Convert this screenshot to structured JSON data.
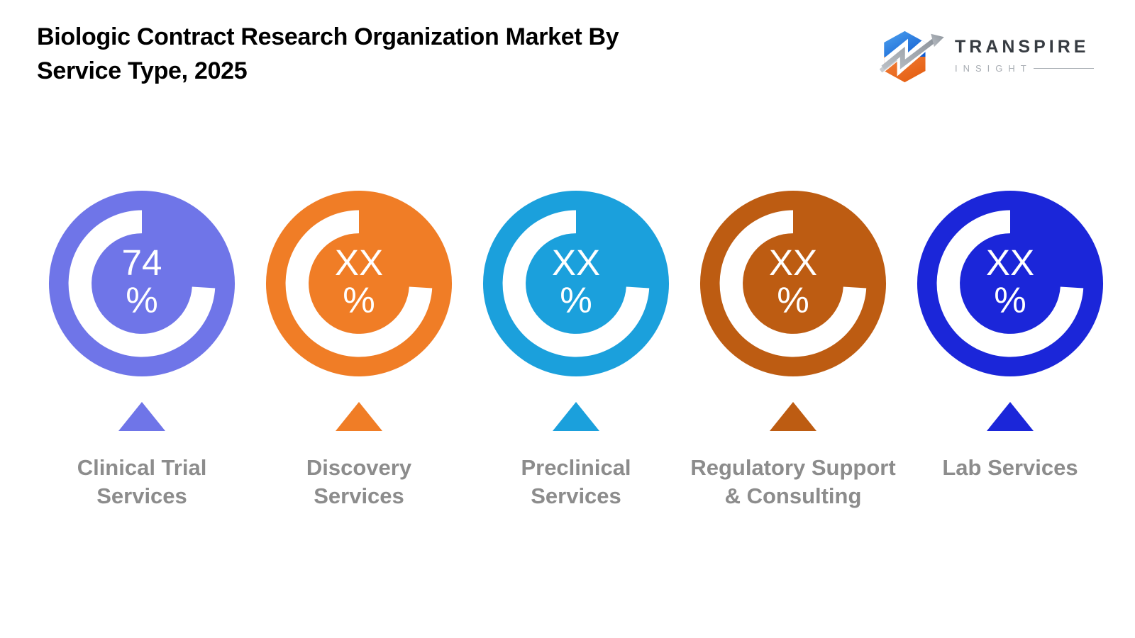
{
  "title_line1": "Biologic Contract Research Organization Market By",
  "title_line2": "Service Type, 2025",
  "logo": {
    "name": "TRANSPIRE",
    "tagline": "INSIGHT"
  },
  "gauge_fraction": 0.74,
  "items": [
    {
      "value_line1": "74",
      "value_line2": "%",
      "color": "#6F75E8",
      "label_line1": "Clinical Trial",
      "label_line2": "Services"
    },
    {
      "value_line1": "XX",
      "value_line2": "%",
      "color": "#F07D26",
      "label_line1": "Discovery",
      "label_line2": "Services"
    },
    {
      "value_line1": "XX",
      "value_line2": "%",
      "color": "#1BA0DC",
      "label_line1": "Preclinical",
      "label_line2": "Services"
    },
    {
      "value_line1": "XX",
      "value_line2": "%",
      "color": "#BD5C12",
      "label_line1": "Regulatory Support",
      "label_line2": "& Consulting"
    },
    {
      "value_line1": "XX",
      "value_line2": "%",
      "color": "#1B26D9",
      "label_line1": "Lab Services",
      "label_line2": ""
    }
  ],
  "chart_data": {
    "type": "pie",
    "title": "Biologic Contract Research Organization Market By Service Type, 2025",
    "categories": [
      "Clinical Trial Services",
      "Discovery Services",
      "Preclinical Services",
      "Regulatory Support & Consulting",
      "Lab Services"
    ],
    "values": [
      74,
      null,
      null,
      null,
      null
    ],
    "value_labels": [
      "74%",
      "XX%",
      "XX%",
      "XX%",
      "XX%"
    ],
    "colors": [
      "#6F75E8",
      "#F07D26",
      "#1BA0DC",
      "#BD5C12",
      "#1B26D9"
    ],
    "legend_position": "none",
    "notes": "Each category shown as a circular gauge icon with identical 74%-sweep white arc; only the first value (74%) is disclosed, others masked as XX%."
  }
}
